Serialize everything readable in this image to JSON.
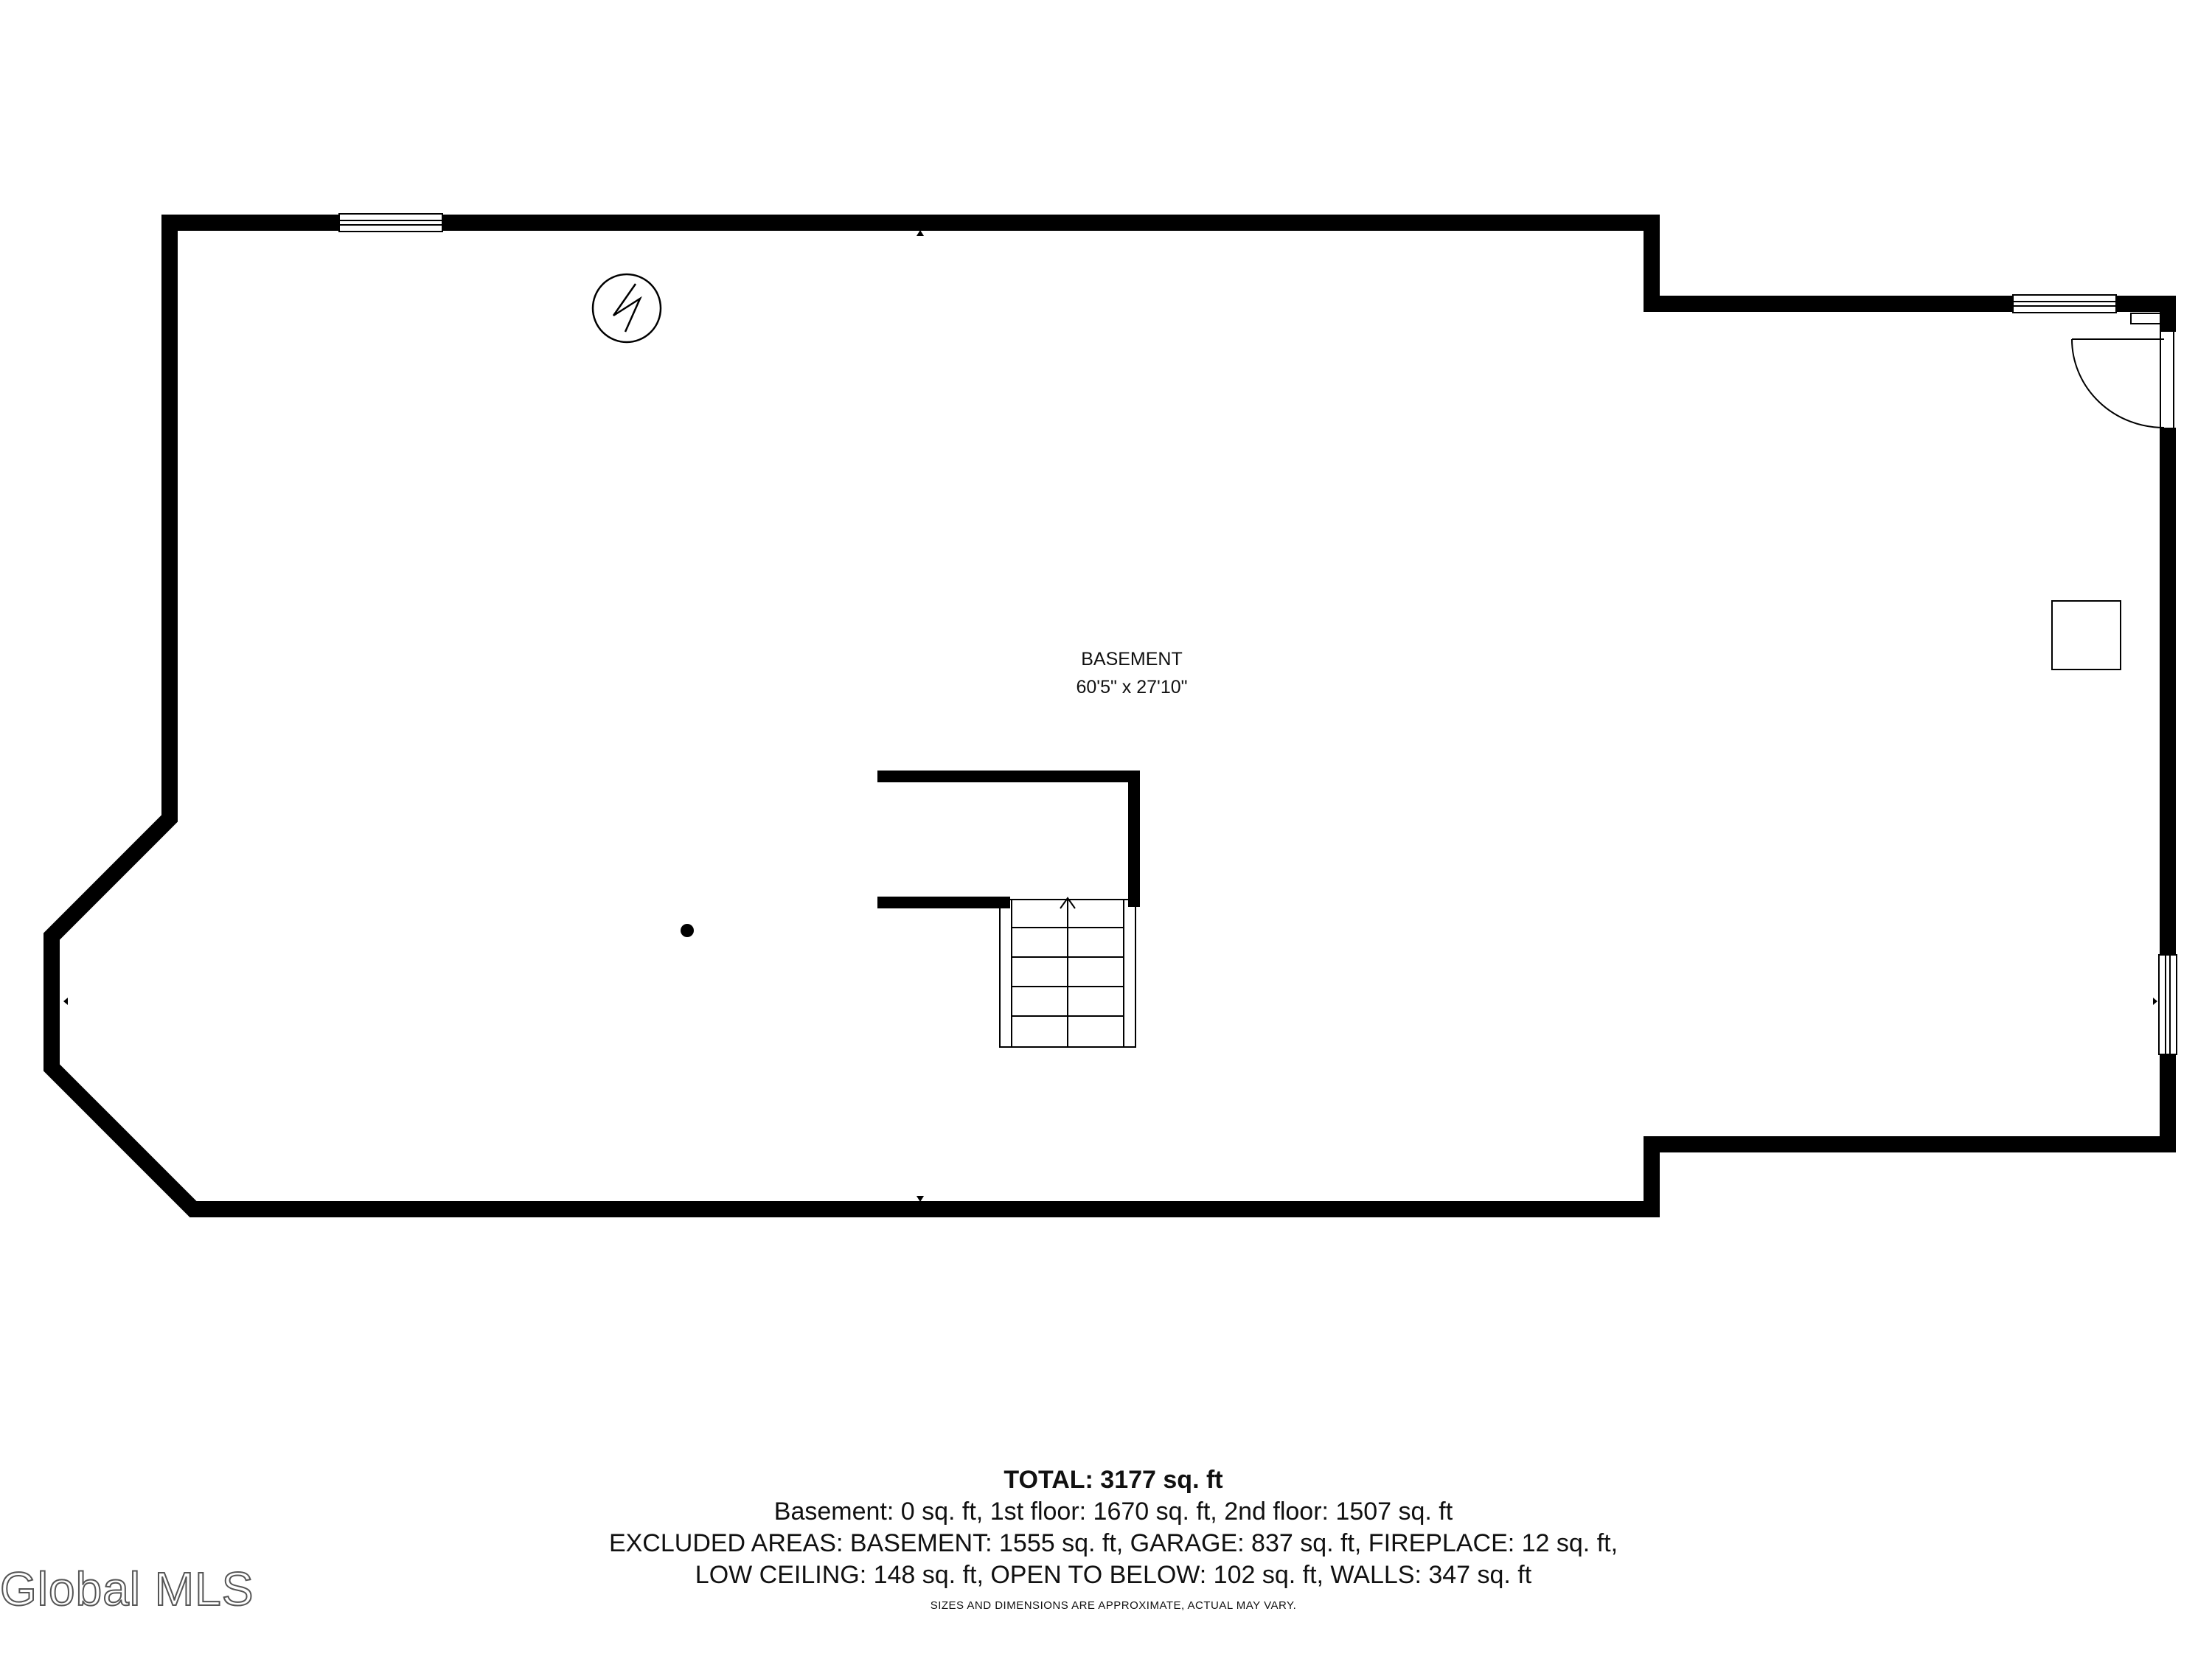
{
  "room": {
    "name": "BASEMENT",
    "dimensions": "60'5\" x 27'10\""
  },
  "summary": {
    "total": "TOTAL: 3177 sq. ft",
    "line1": "Basement: 0 sq. ft, 1st floor: 1670 sq. ft, 2nd floor: 1507 sq. ft",
    "line2": "EXCLUDED AREAS: BASEMENT: 1555 sq. ft, GARAGE: 837 sq. ft, FIREPLACE: 12 sq. ft,",
    "line3": "LOW CEILING: 148 sq. ft, OPEN TO BELOW: 102 sq. ft, WALLS: 347 sq. ft",
    "disclaimer": "SIZES AND DIMENSIONS ARE APPROXIMATE, ACTUAL MAY VARY."
  },
  "watermark": "Global MLS",
  "colors": {
    "wall": "#000000",
    "background": "#ffffff",
    "text": "#111111"
  },
  "icons": [
    "electrical-panel-icon",
    "support-post-icon",
    "door-swing-icon",
    "staircase-icon",
    "window-icon"
  ]
}
